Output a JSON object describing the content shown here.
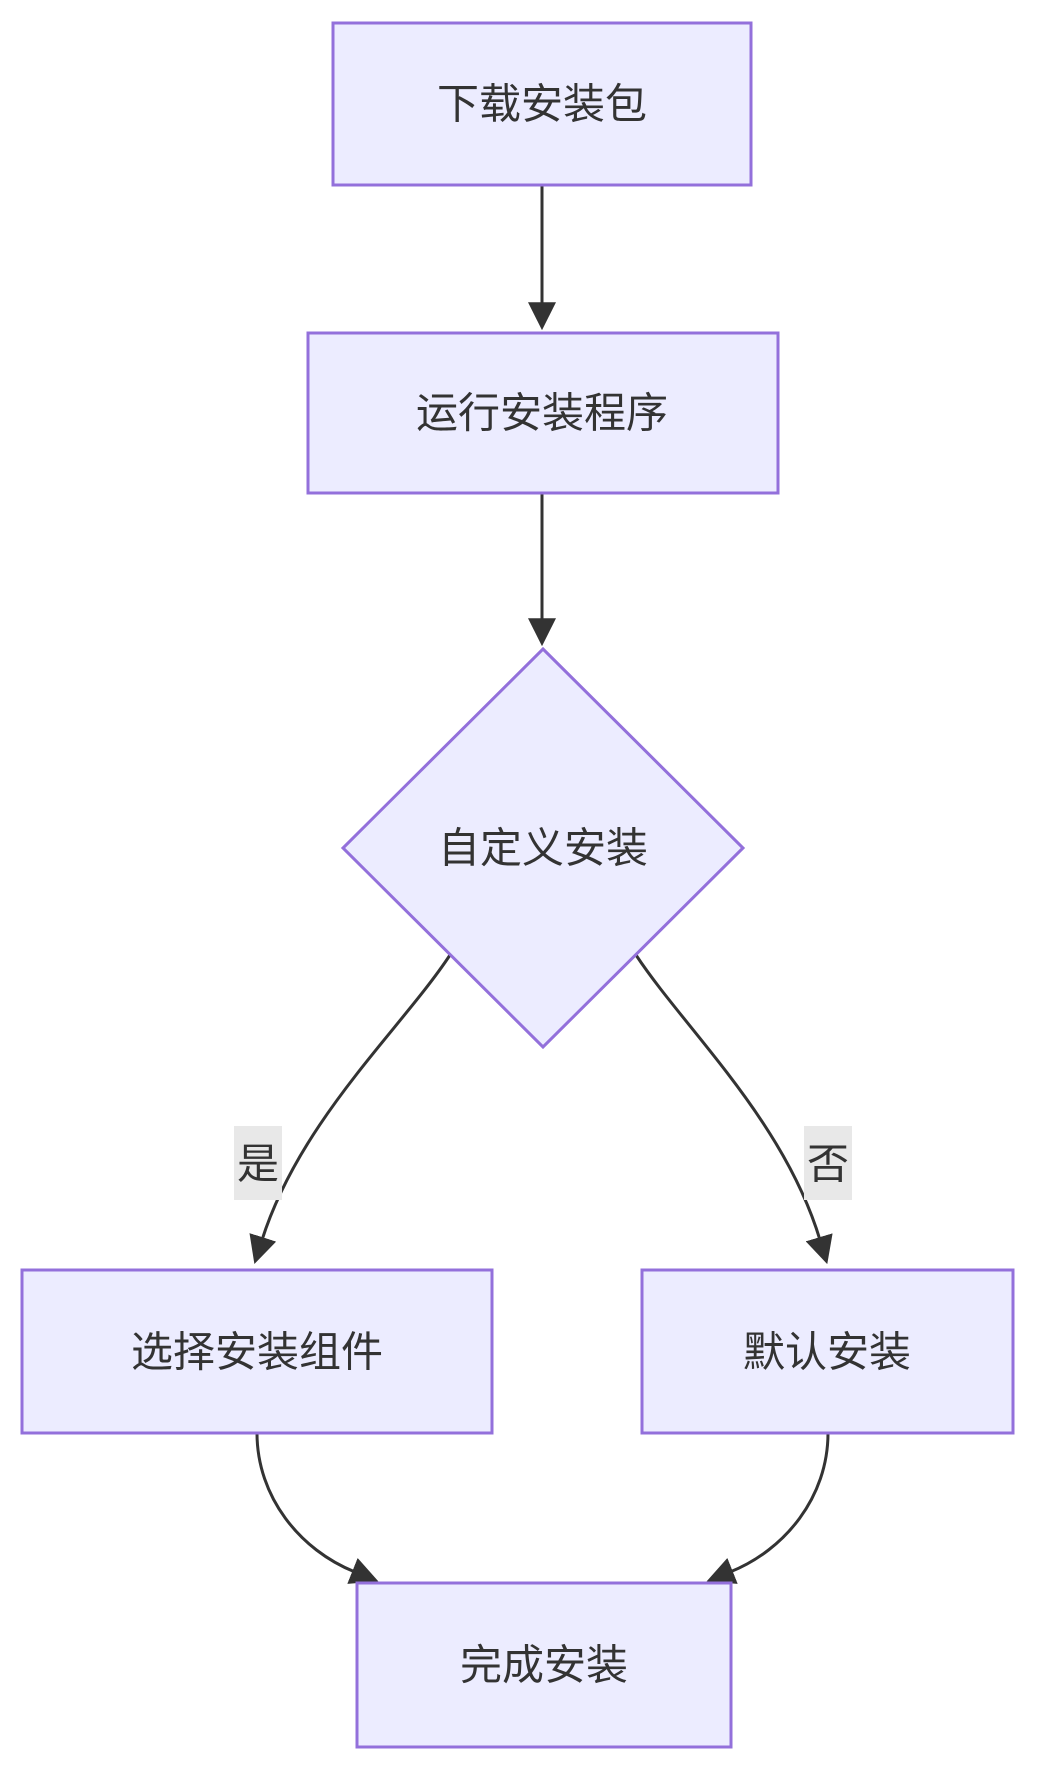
{
  "flowchart": {
    "type": "flowchart",
    "direction": "top-down",
    "nodes": [
      {
        "id": "A",
        "shape": "rect",
        "label": "下载安装包"
      },
      {
        "id": "B",
        "shape": "rect",
        "label": "运行安装程序"
      },
      {
        "id": "C",
        "shape": "diamond",
        "label": "自定义安装"
      },
      {
        "id": "D",
        "shape": "rect",
        "label": "选择安装组件"
      },
      {
        "id": "E",
        "shape": "rect",
        "label": "默认安装"
      },
      {
        "id": "F",
        "shape": "rect",
        "label": "完成安装"
      }
    ],
    "edges": [
      {
        "from": "A",
        "to": "B",
        "label": ""
      },
      {
        "from": "B",
        "to": "C",
        "label": ""
      },
      {
        "from": "C",
        "to": "D",
        "label": "是"
      },
      {
        "from": "C",
        "to": "E",
        "label": "否"
      },
      {
        "from": "D",
        "to": "F",
        "label": ""
      },
      {
        "from": "E",
        "to": "F",
        "label": ""
      }
    ]
  },
  "colors": {
    "canvas_bg": "#ffffff",
    "node_fill": "#ECECFF",
    "node_border": "#9370DB",
    "node_text": "#333333",
    "edge_stroke": "#333333",
    "edge_label_bg": "#e8e8e8"
  }
}
